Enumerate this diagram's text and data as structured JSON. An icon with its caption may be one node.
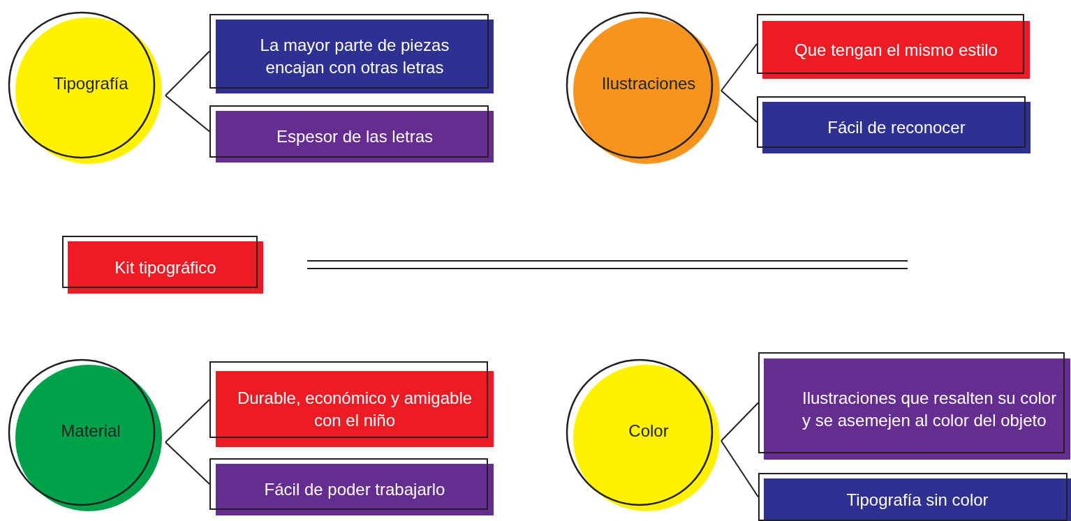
{
  "diagram": {
    "nodes": [
      {
        "text": [
          "Tipografía"
        ]
      },
      {
        "text": [
          "La mayor parte de piezas encajan con otras letras"
        ]
      },
      {
        "text": [
          "Espesor de las letras"
        ]
      },
      {
        "text": [
          "Ilustraciones"
        ]
      },
      {
        "text": [
          "Que tengan el mismo estilo"
        ]
      },
      {
        "text": [
          "Fácil de reconocer"
        ]
      },
      {
        "text": [
          "Kit tipográfico"
        ]
      },
      {
        "text": [
          "Material"
        ]
      },
      {
        "text": [
          "Durable, económico y amigable con el niño"
        ]
      },
      {
        "text": [
          "Fácil de poder trabajarlo"
        ]
      },
      {
        "text": [
          "Color"
        ]
      },
      {
        "text": [
          "Ilustraciones que resalten su color y se asemejen al color del objeto"
        ]
      },
      {
        "text": [
          "Tipografía sin color"
        ]
      }
    ],
    "edges": [
      {
        "from": 0,
        "to": 1,
        "arrow": "none"
      },
      {
        "from": 0,
        "to": 2,
        "arrow": "none"
      },
      {
        "from": 3,
        "to": 4,
        "arrow": "none"
      },
      {
        "from": 3,
        "to": 5,
        "arrow": "none"
      },
      {
        "from": 7,
        "to": 8,
        "arrow": "none"
      },
      {
        "from": 7,
        "to": 9,
        "arrow": "none"
      },
      {
        "from": 10,
        "to": 11,
        "arrow": "none"
      },
      {
        "from": 10,
        "to": 12,
        "arrow": "none"
      }
    ]
  }
}
